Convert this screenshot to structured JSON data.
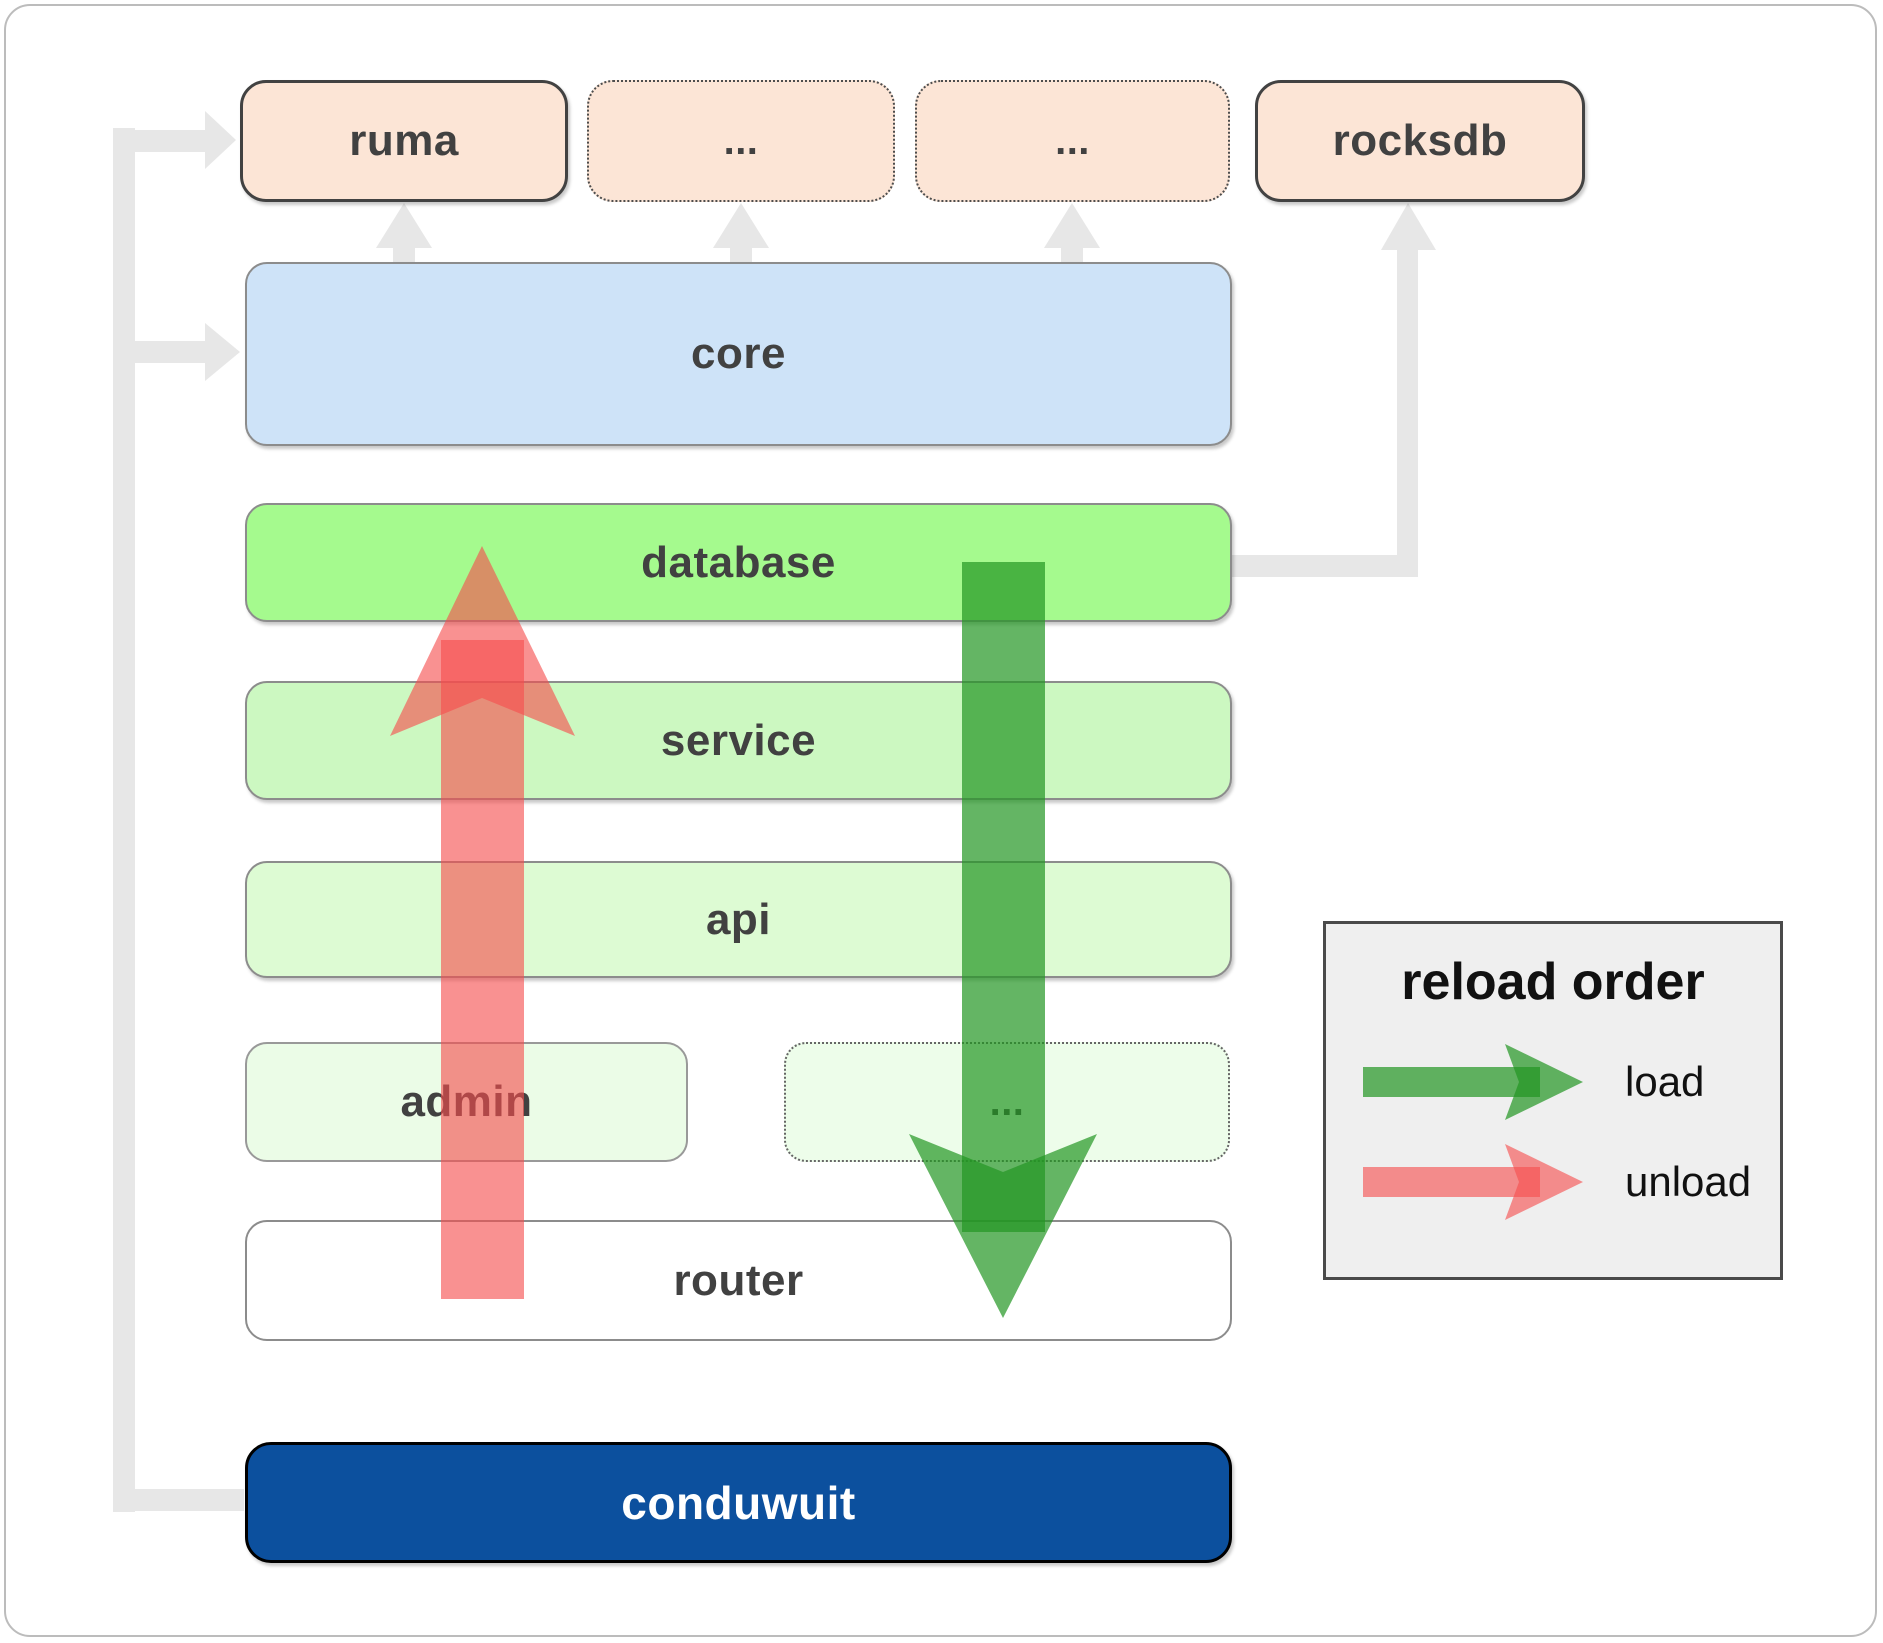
{
  "boxes": {
    "ruma": "ruma",
    "deps1": "...",
    "deps2": "...",
    "rocksdb": "rocksdb",
    "core": "core",
    "database": "database",
    "service": "service",
    "api": "api",
    "admin": "admin",
    "adminEtc": "...",
    "router": "router",
    "conduwuit": "conduwuit"
  },
  "legend": {
    "title": "reload order",
    "load": "load",
    "unload": "unload"
  },
  "colors": {
    "dependency_fill": "#fce5d6",
    "core_fill": "#cee3f8",
    "database_fill": "#a5fa8e",
    "service_fill": "#ccf8c1",
    "api_fill": "#ddfbd3",
    "admin_fill": "#ebfce7",
    "router_fill": "#ffffff",
    "conduwuit_fill": "#0c509e",
    "legend_bg": "#efefef",
    "gray_connector": "#e7e7e7",
    "load_arrow_green": "#229622",
    "unload_arrow_red": "#f64d4d"
  }
}
